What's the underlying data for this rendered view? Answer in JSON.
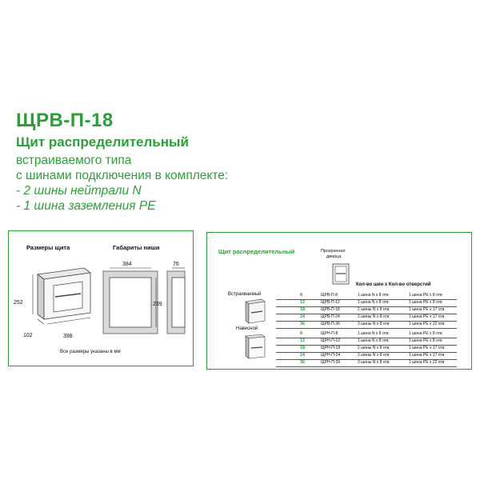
{
  "header": {
    "model": "ЩРВ-П-18",
    "product": "Щит распределительный",
    "line1": "встраиваемого типа",
    "line2": "с шинами подключения в комплекте:",
    "line3": "- 2 шины нейтрали N",
    "line4": "- 1 шина заземления PE"
  },
  "dimensions_panel": {
    "label_box": "Размеры щита",
    "label_niche": "Габариты ниши",
    "height": "252",
    "depth": "102",
    "width": "398",
    "niche_width": "384",
    "niche_height": "239",
    "niche_depth": "76",
    "note": "Все размеры указаны в мм"
  },
  "spec_panel": {
    "title": "Щит распределительный",
    "door_label_1": "Прозрачная",
    "door_label_2": "дверца",
    "col_header": "Кол-во шин х Кол-во отверстий",
    "type_builtin": "Встраиваемый",
    "type_surface": "Навесной",
    "rows": [
      {
        "n": "8",
        "code": "ЩРВ-П-8",
        "n_bus": "1 шина N х 8 отв",
        "pe_bus": "1 шина PE х 8 отв"
      },
      {
        "n": "12",
        "code": "ЩРВ-П-12",
        "n_bus": "1 шина N х 8 отв",
        "pe_bus": "1 шина PE х 8 отв"
      },
      {
        "n": "18",
        "code": "ЩРВ-П-18",
        "n_bus": "2 шины N х 8 отв",
        "pe_bus": "1 шина PE х 17 отв"
      },
      {
        "n": "24",
        "code": "ЩРВ-П-24",
        "n_bus": "2 шины N х 8 отв",
        "pe_bus": "1 шина PE х 17 отв"
      },
      {
        "n": "36",
        "code": "ЩРВ-П-36",
        "n_bus": "3 шины N х 8 отв",
        "pe_bus": "1 шина PE х 22 отв"
      },
      {
        "n": "8",
        "code": "ЩРН-П-8",
        "n_bus": "1 шина N х 8 отв",
        "pe_bus": "1 шина PE х 8 отв"
      },
      {
        "n": "12",
        "code": "ЩРН-П-12",
        "n_bus": "1 шина N х 8 отв",
        "pe_bus": "1 шина PE х 8 отв"
      },
      {
        "n": "18",
        "code": "ЩРН-П-18",
        "n_bus": "2 шины N х 8 отв",
        "pe_bus": "1 шина PE х 17 отв"
      },
      {
        "n": "24",
        "code": "ЩРН-П-24",
        "n_bus": "2 шины N х 8 отв",
        "pe_bus": "1 шина PE х 17 отв"
      },
      {
        "n": "36",
        "code": "ЩРН-П-36",
        "n_bus": "3 шины N х 8 отв",
        "pe_bus": "1 шина PE х 22 отв"
      }
    ]
  },
  "colors": {
    "accent": "#2e9e3a"
  }
}
